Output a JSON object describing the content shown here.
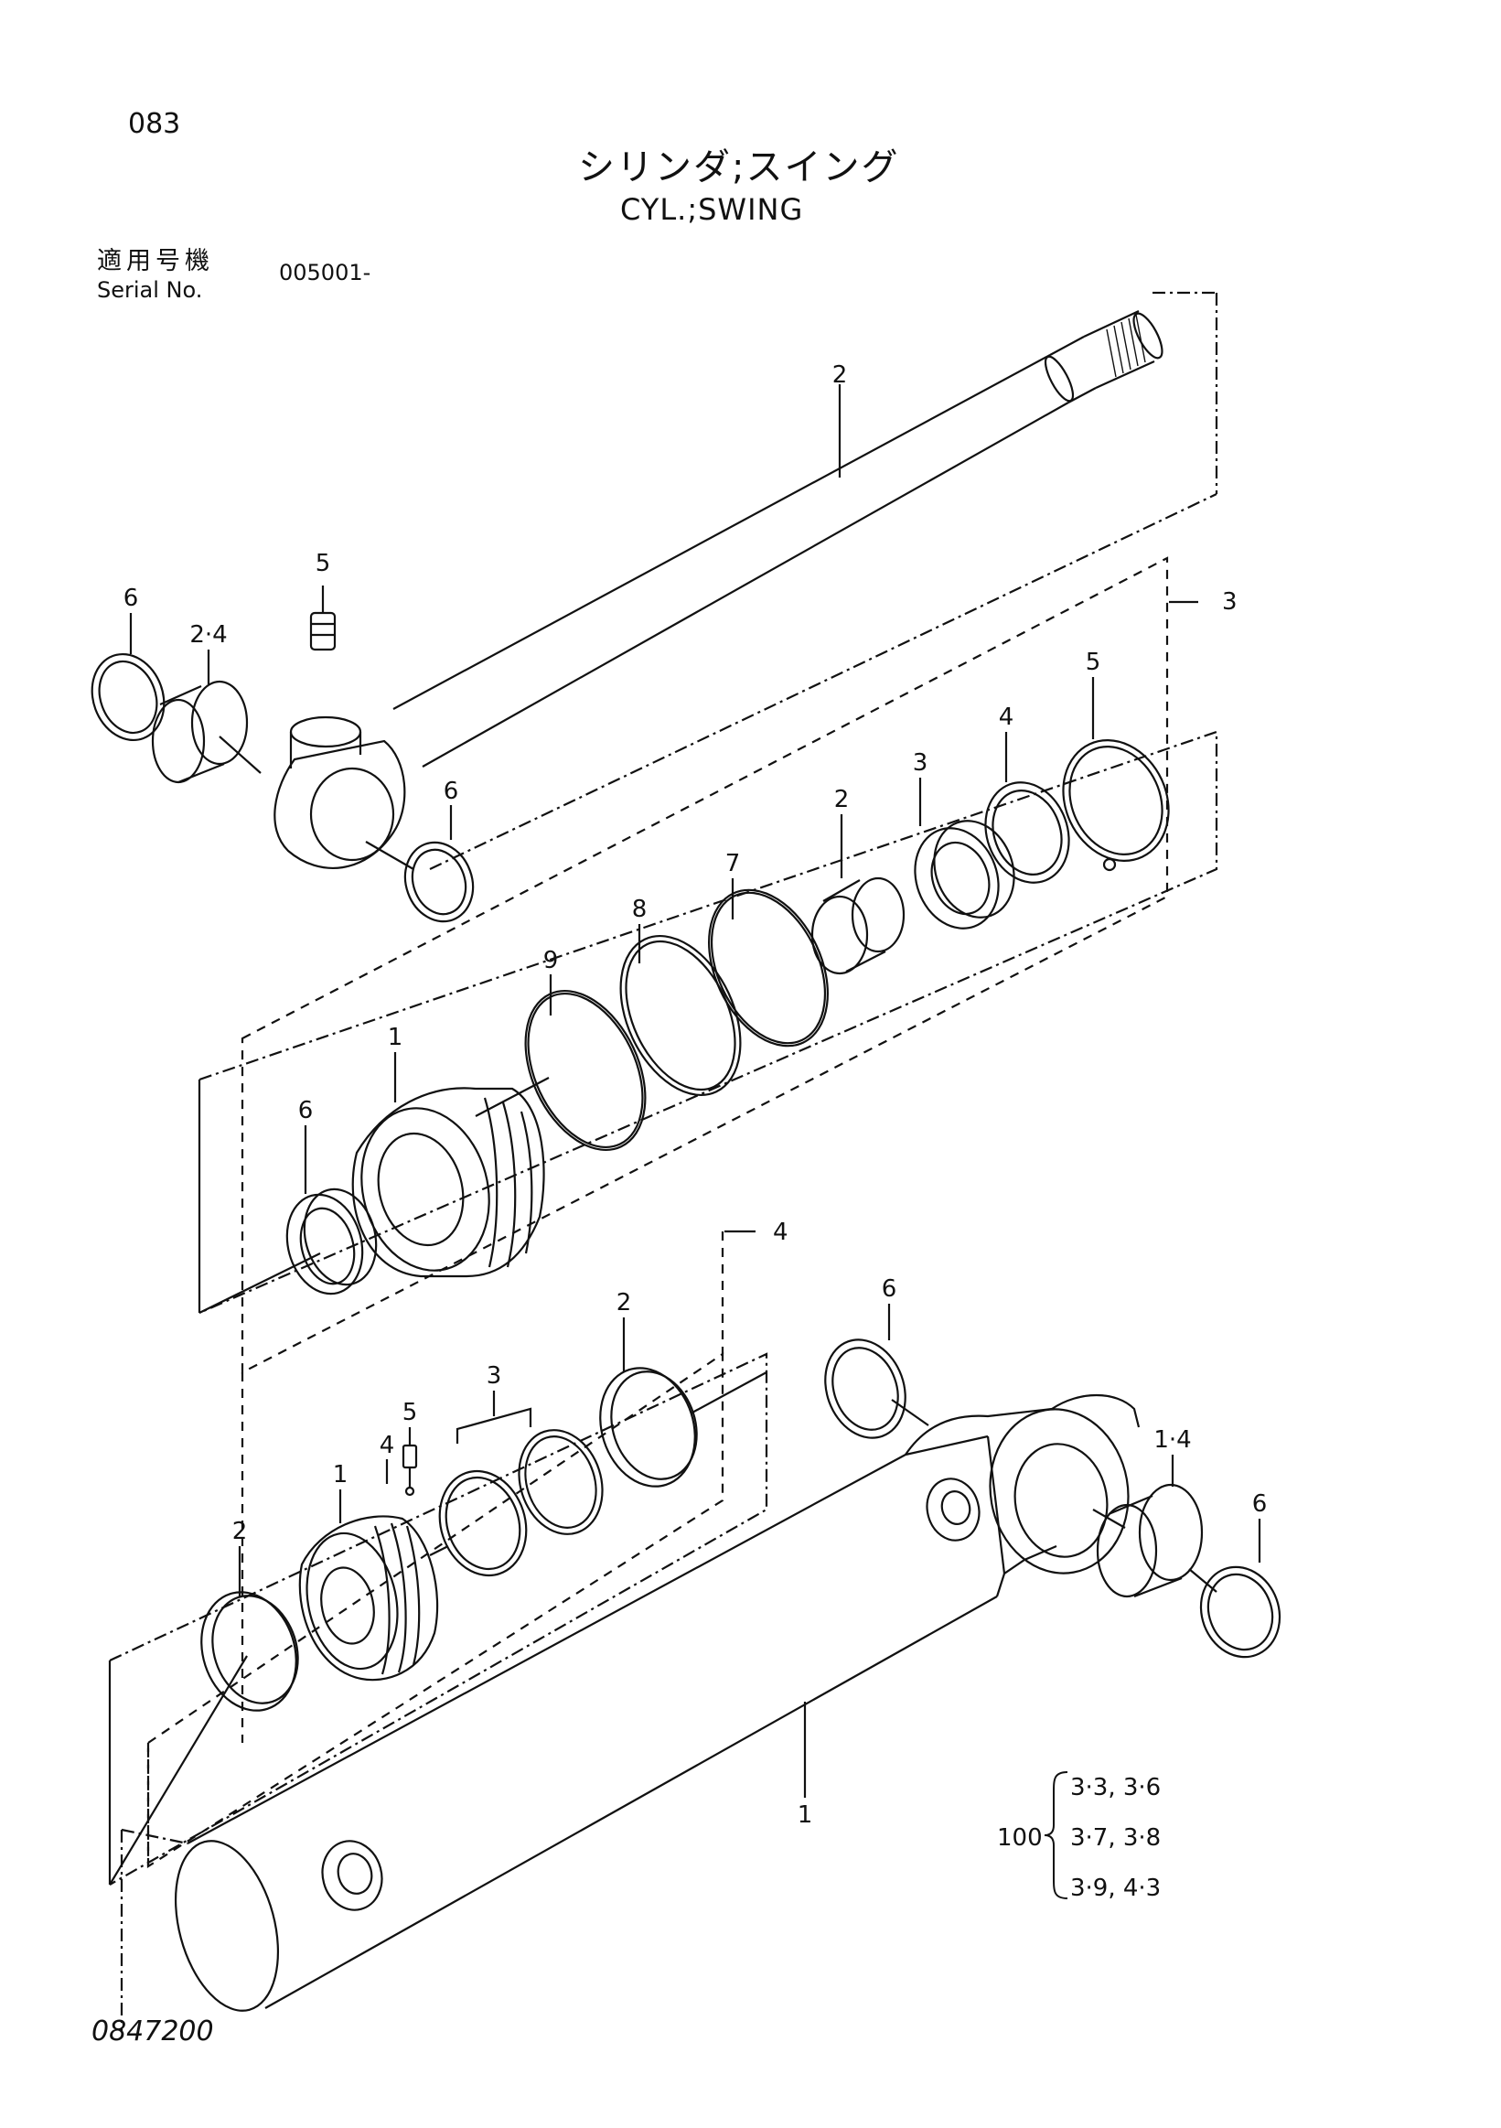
{
  "header": {
    "page_number": "083",
    "title_jp": "シリンダ;スイング",
    "title_en": "CYL.;SWING",
    "serial_label_jp": "適用号機",
    "serial_label_en": "Serial No.",
    "serial_value": "005001-"
  },
  "callouts": {
    "rod": "2",
    "rod_grease_fitting": "5",
    "rod_seal_ring_outer": "6",
    "rod_bushing": "2·4",
    "rod_seal_ring_inner": "6",
    "head_group": "3",
    "head_snap_ring": "5",
    "head_backup_ring": "4",
    "head_rod_seal": "3",
    "head_bushing": "2",
    "head_oring_7": "7",
    "head_ring_8": "8",
    "head_ring_9": "9",
    "head_body": "1",
    "head_dust_seal": "6",
    "piston_group": "4",
    "piston_wear_ring_right": "2",
    "piston_seal_set": "3",
    "piston_set_screw_4": "4",
    "piston_set_screw_5": "5",
    "piston_body": "1",
    "piston_wear_ring_left": "2",
    "tube_seal_ring_top": "6",
    "tube_bushing": "1·4",
    "tube_seal_ring_right": "6",
    "tube": "1"
  },
  "kit": {
    "number": "100",
    "items": [
      "3·3, 3·6",
      "3·7, 3·8",
      "3·9, 4·3"
    ]
  },
  "footer": {
    "drawing_number": "0847200"
  }
}
